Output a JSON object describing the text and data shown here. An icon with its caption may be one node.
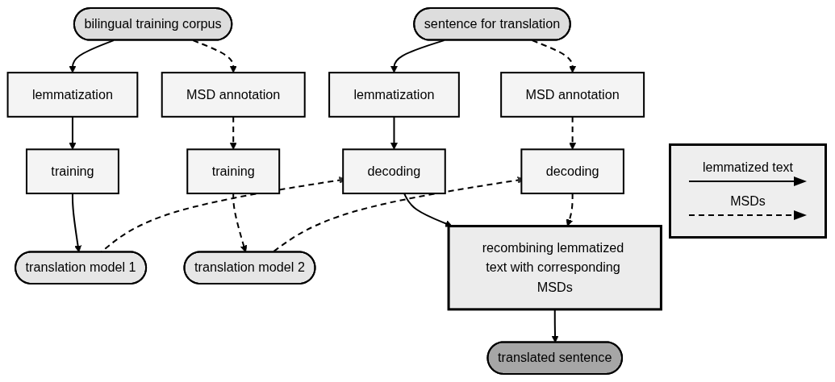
{
  "diagram": {
    "nodes": [
      {
        "text": [
          "bilingual training corpus"
        ]
      },
      {
        "text": [
          "sentence for translation"
        ]
      },
      {
        "text": [
          "lemmatization"
        ]
      },
      {
        "text": [
          "MSD annotation"
        ]
      },
      {
        "text": [
          "lemmatization"
        ]
      },
      {
        "text": [
          "MSD annotation"
        ]
      },
      {
        "text": [
          "training"
        ]
      },
      {
        "text": [
          "training"
        ]
      },
      {
        "text": [
          "decoding"
        ]
      },
      {
        "text": [
          "decoding"
        ]
      },
      {
        "text": [
          "translation model 1"
        ]
      },
      {
        "text": [
          "translation model 2"
        ]
      },
      {
        "text": [
          "recombining lemmatized text with corresponding MSDs"
        ]
      },
      {
        "text": [
          "translated sentence"
        ]
      }
    ],
    "edges": [
      {
        "from": 0,
        "to": 2,
        "arrow": "to"
      },
      {
        "from": 0,
        "to": 3,
        "arrow": "to",
        "style": "dashed"
      },
      {
        "from": 1,
        "to": 4,
        "arrow": "to"
      },
      {
        "from": 1,
        "to": 5,
        "arrow": "to",
        "style": "dashed"
      },
      {
        "from": 2,
        "to": 6,
        "arrow": "to"
      },
      {
        "from": 3,
        "to": 7,
        "arrow": "to",
        "style": "dashed"
      },
      {
        "from": 4,
        "to": 8,
        "arrow": "to"
      },
      {
        "from": 5,
        "to": 9,
        "arrow": "to",
        "style": "dashed"
      },
      {
        "from": 6,
        "to": 10,
        "arrow": "to"
      },
      {
        "from": 7,
        "to": 11,
        "arrow": "to",
        "style": "dashed"
      },
      {
        "from": 10,
        "to": 8,
        "arrow": "to",
        "style": "dashed"
      },
      {
        "from": 11,
        "to": 9,
        "arrow": "to",
        "style": "dashed"
      },
      {
        "from": 8,
        "to": 12,
        "arrow": "to"
      },
      {
        "from": 9,
        "to": 12,
        "arrow": "to",
        "style": "dashed"
      },
      {
        "from": 12,
        "to": 13,
        "arrow": "to"
      }
    ],
    "legend": [
      {
        "text": "lemmatized text"
      },
      {
        "text": "MSDs"
      }
    ]
  }
}
